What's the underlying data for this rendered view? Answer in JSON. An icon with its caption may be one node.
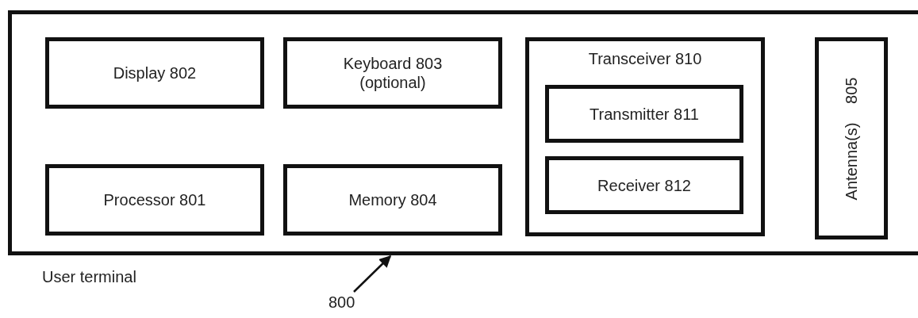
{
  "diagram": {
    "nodes": [
      {
        "text": [
          "User terminal"
        ]
      },
      {
        "text": [
          "Display 802"
        ],
        "in": 0
      },
      {
        "text": [
          "Keyboard 803 (optional)"
        ],
        "in": 0
      },
      {
        "text": [
          "Transceiver 810"
        ],
        "in": 0
      },
      {
        "text": [
          "Transmitter 811"
        ],
        "in": 3
      },
      {
        "text": [
          "Receiver 812"
        ],
        "in": 3
      },
      {
        "text": [
          "Antenna(s) 805"
        ],
        "in": 0
      },
      {
        "text": [
          "Processor 801"
        ],
        "in": 0
      },
      {
        "text": [
          "Memory 804"
        ],
        "in": 0
      },
      {
        "text": [
          "800"
        ]
      }
    ],
    "edges": [
      {
        "from": 9,
        "to": 0,
        "arrow": "to"
      }
    ]
  }
}
